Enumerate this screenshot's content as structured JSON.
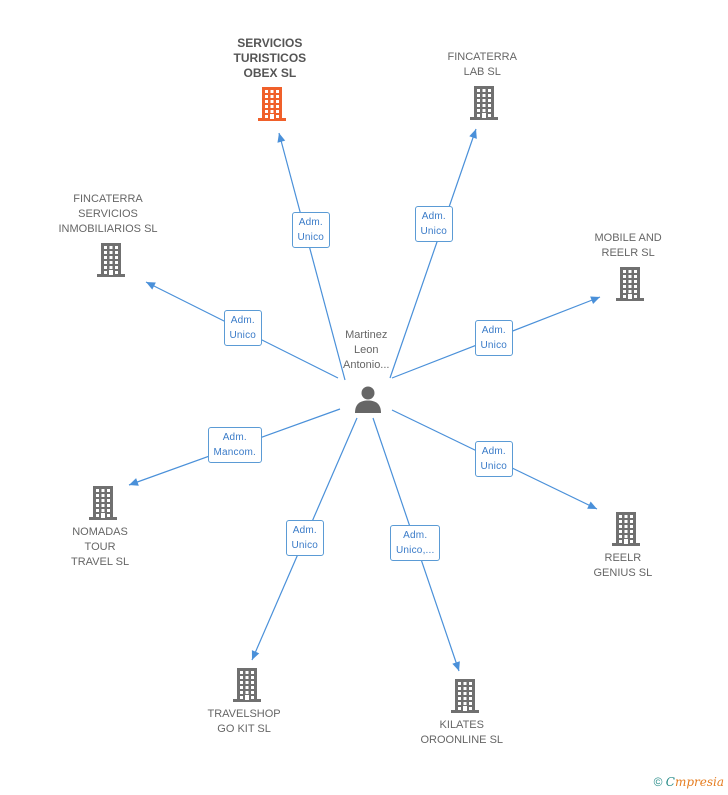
{
  "person": {
    "label": [
      "Martinez",
      "Leon",
      "Antonio..."
    ]
  },
  "companies": [
    {
      "id": "servicios",
      "label": [
        "SERVICIOS",
        "TURISTICOS",
        "OBEX SL"
      ],
      "highlight": true
    },
    {
      "id": "fincaterra-lab",
      "label": [
        "FINCATERRA",
        "LAB SL"
      ]
    },
    {
      "id": "fincaterra-serv",
      "label": [
        "FINCATERRA",
        "SERVICIOS",
        "INMOBILIARIOS SL"
      ]
    },
    {
      "id": "mobile",
      "label": [
        "MOBILE AND",
        "REELR SL"
      ]
    },
    {
      "id": "nomadas",
      "label": [
        "NOMADAS",
        "TOUR",
        "TRAVEL SL"
      ]
    },
    {
      "id": "reelr",
      "label": [
        "REELR",
        "GENIUS SL"
      ]
    },
    {
      "id": "travelshop",
      "label": [
        "TRAVELSHOP",
        "GO KIT SL"
      ]
    },
    {
      "id": "kilates",
      "label": [
        "KILATES",
        "OROONLINE SL"
      ]
    }
  ],
  "roles": [
    {
      "to": "servicios",
      "label": [
        "Adm.",
        "Unico"
      ]
    },
    {
      "to": "fincaterra-lab",
      "label": [
        "Adm.",
        "Unico"
      ]
    },
    {
      "to": "fincaterra-serv",
      "label": [
        "Adm.",
        "Unico"
      ]
    },
    {
      "to": "mobile",
      "label": [
        "Adm.",
        "Unico"
      ]
    },
    {
      "to": "nomadas",
      "label": [
        "Adm.",
        "Mancom."
      ]
    },
    {
      "to": "reelr",
      "label": [
        "Adm.",
        "Unico"
      ]
    },
    {
      "to": "travelshop",
      "label": [
        "Adm.",
        "Unico"
      ]
    },
    {
      "to": "kilates",
      "label": [
        "Adm.",
        "Unico,..."
      ]
    }
  ],
  "colors": {
    "edge": "#4a90d9",
    "building": "#707070",
    "building_highlight": "#f0602a"
  },
  "footer": {
    "copyright": "©",
    "brand_first": "C",
    "brand_rest": "mpresia"
  }
}
